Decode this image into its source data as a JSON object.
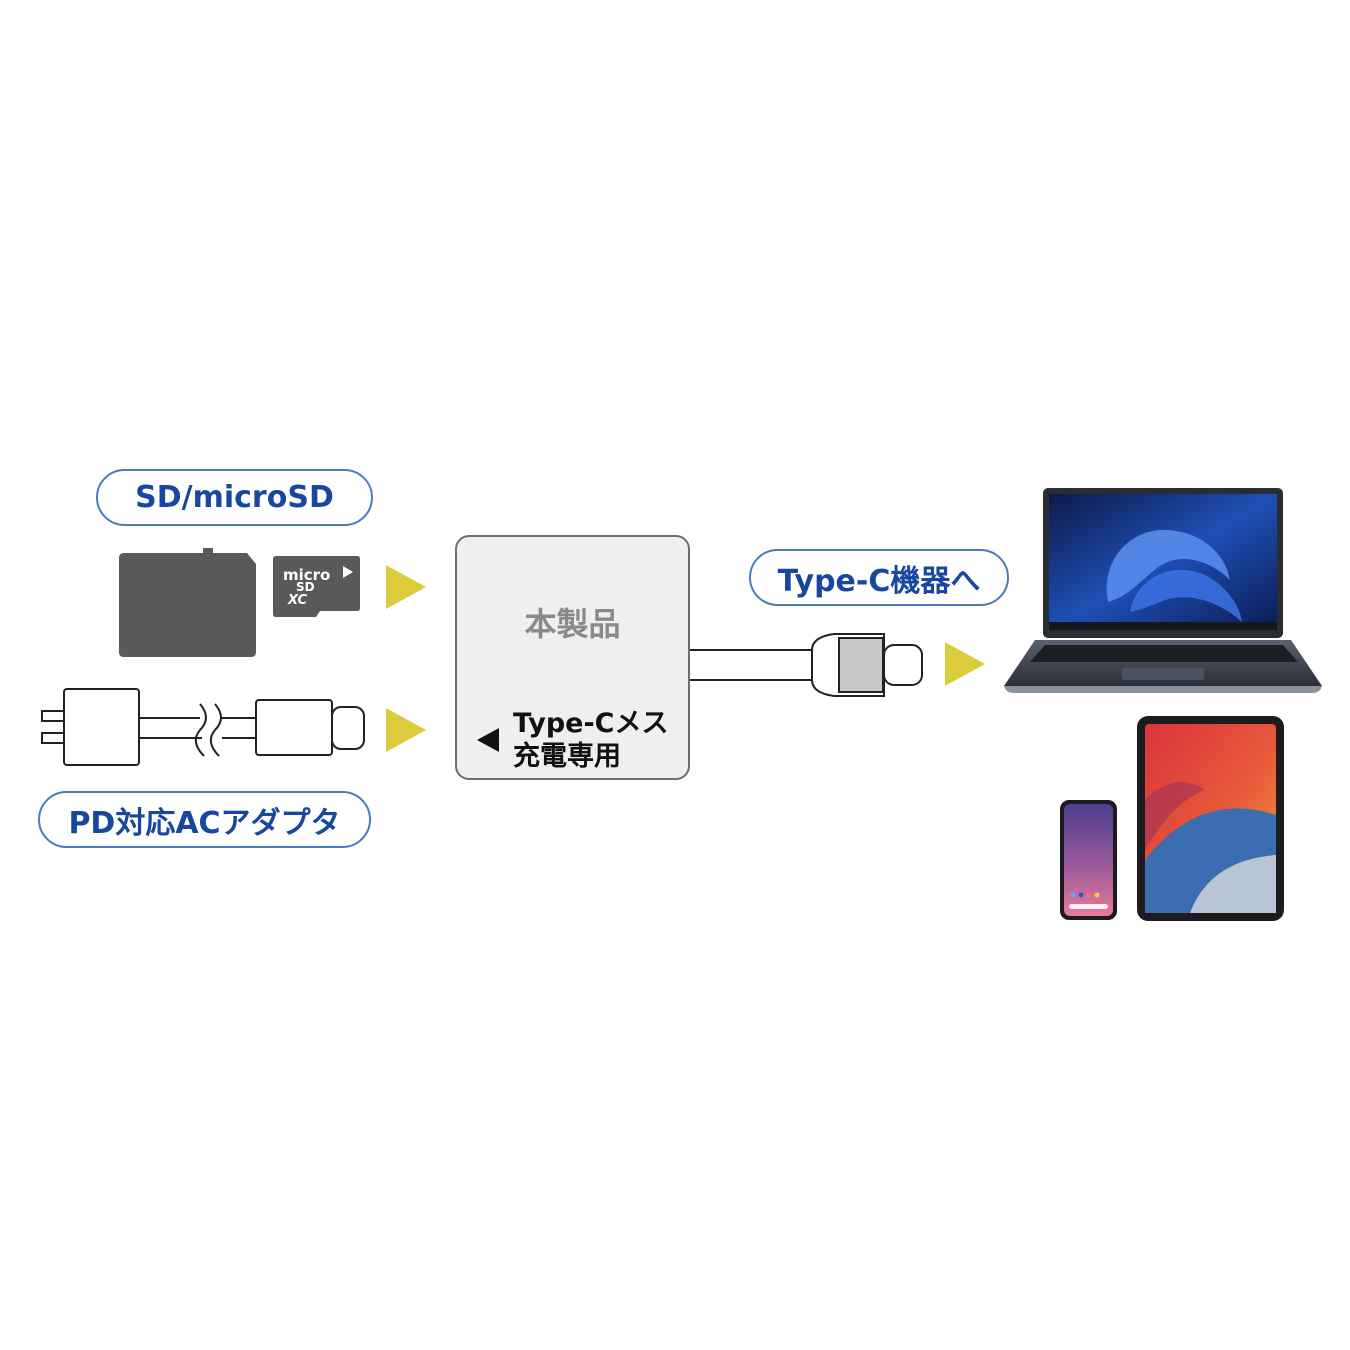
{
  "labels": {
    "sd": "SD/microSD",
    "pd": "PD対応ACアダプタ",
    "typec_device": "Type-C機器へ"
  },
  "hub": {
    "title": "本製品",
    "port_line1": "Type-Cメス",
    "port_line2": "充電専用"
  },
  "microsd_logo": {
    "word": "micro",
    "sd": "SD",
    "xc": "XC"
  },
  "colors": {
    "label_text": "#17479e",
    "label_border": "#4a7bbf",
    "arrow": "#dccc3c",
    "hub_fill": "#efefef",
    "card_gray": "#595959"
  }
}
